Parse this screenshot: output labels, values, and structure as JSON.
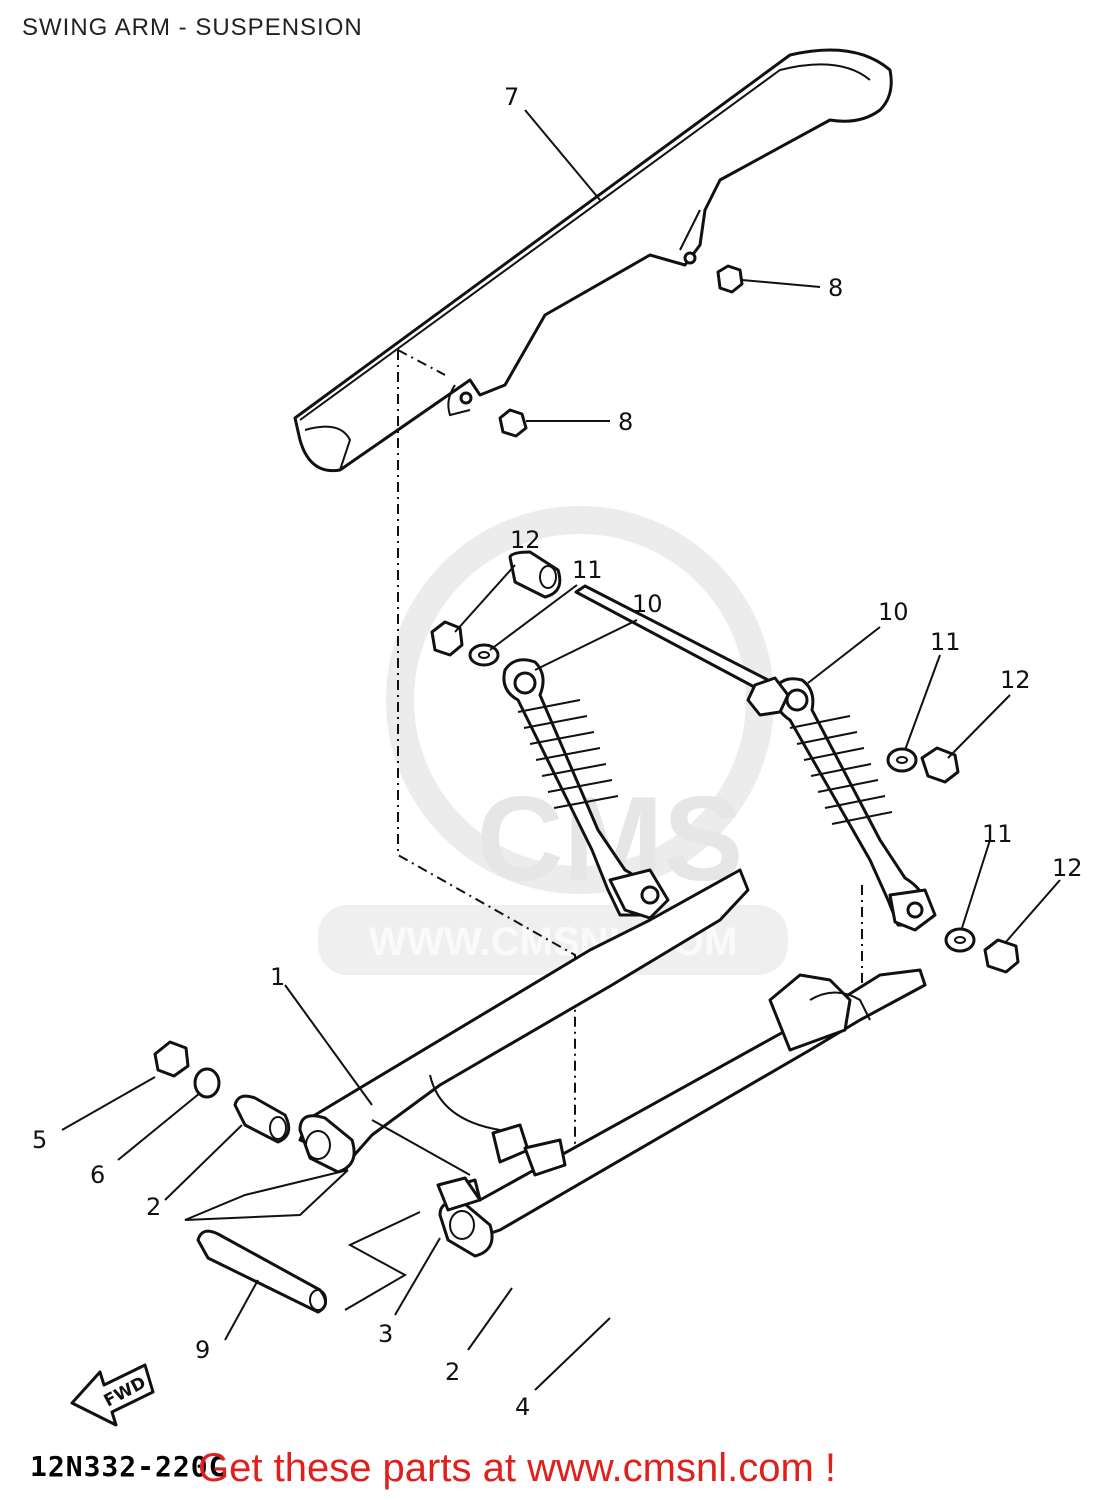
{
  "title": "SWING ARM - SUSPENSION",
  "drawing_code": "12N332-220C",
  "banner": "Get these parts at www.cmsnl.com !",
  "watermark": {
    "logo_text": "CMS",
    "url": "WWW.CMSNL.COM"
  },
  "fwd_arrow": "FWD",
  "callouts": {
    "c1": "1",
    "c2a": "2",
    "c2b": "2",
    "c3": "3",
    "c4": "4",
    "c5": "5",
    "c6": "6",
    "c7": "7",
    "c8a": "8",
    "c8b": "8",
    "c9": "9",
    "c10a": "10",
    "c10b": "10",
    "c11a": "11",
    "c11b": "11",
    "c11c": "11",
    "c12a": "12",
    "c12b": "12",
    "c12c": "12"
  },
  "colors": {
    "banner": "#e0201c",
    "line": "#111111",
    "watermark": "#e6e6e6"
  }
}
